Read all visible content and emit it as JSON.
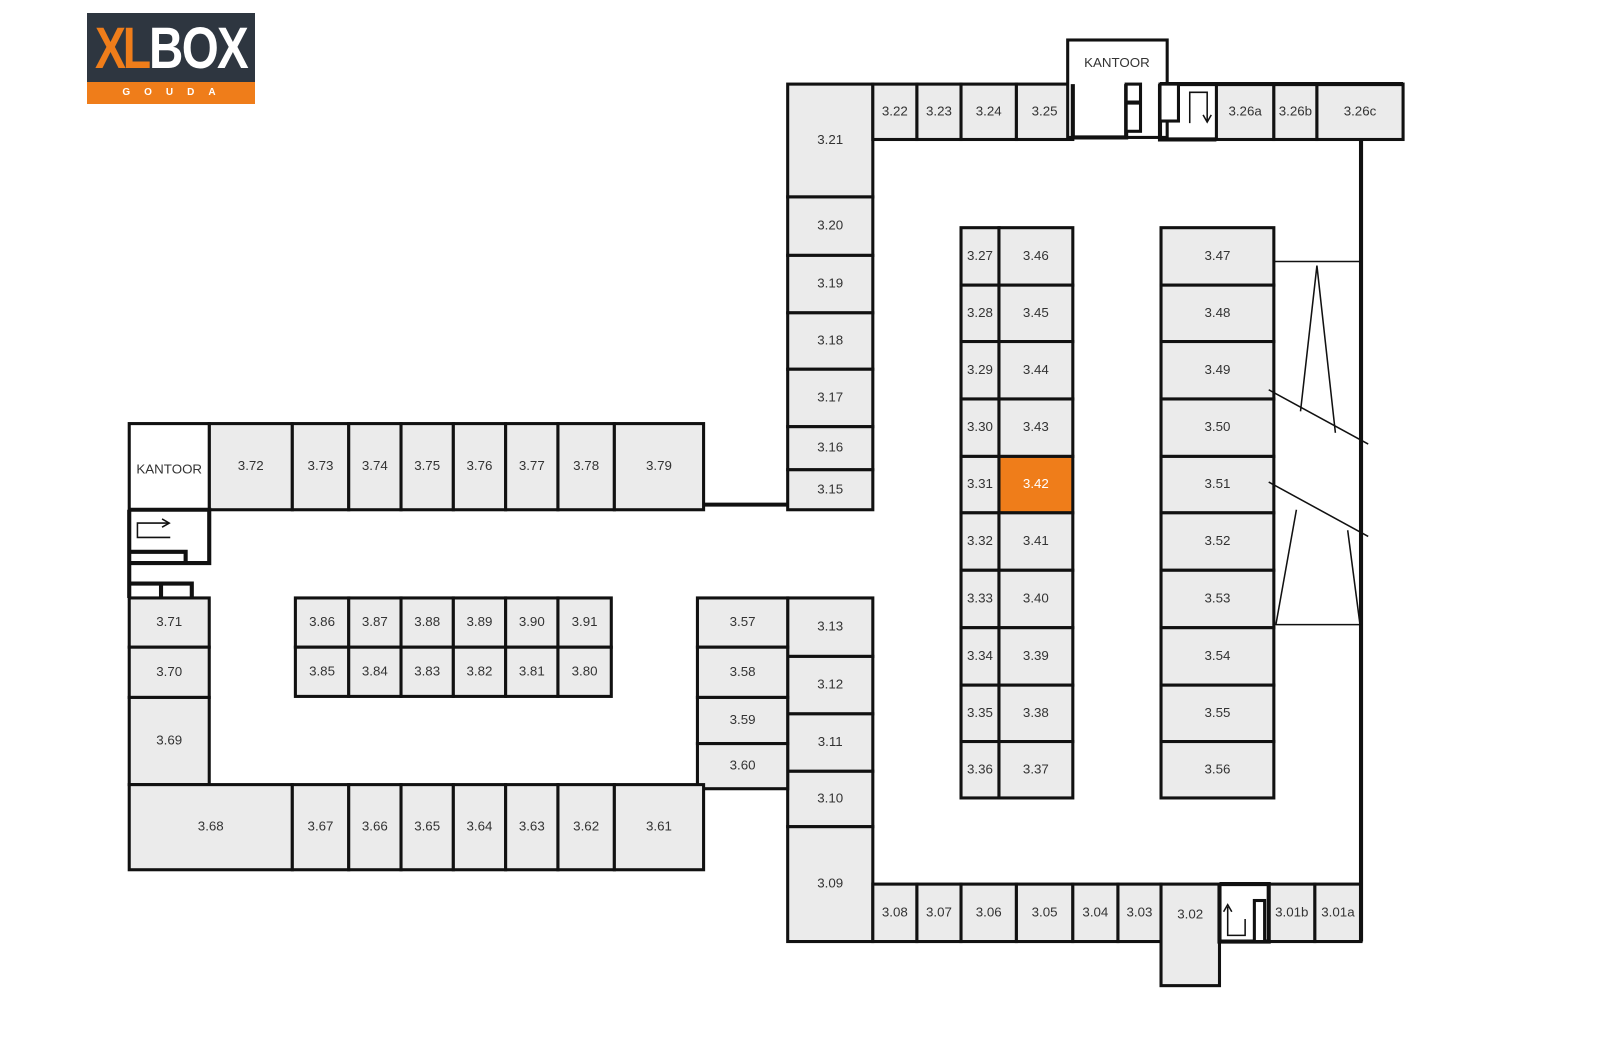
{
  "logo": {
    "brand_left": "XL",
    "brand_right": "BOX",
    "location": "GOUDA"
  },
  "colors": {
    "unit_fill": "#ebebeb",
    "highlight": "#ef7d1a",
    "wall": "#111111"
  },
  "offices": [
    "KANTOOR",
    "KANTOOR"
  ],
  "highlighted_unit": "3.42",
  "units": [
    "3.21",
    "3.20",
    "3.19",
    "3.18",
    "3.17",
    "3.16",
    "3.15",
    "3.22",
    "3.23",
    "3.24",
    "3.25",
    "3.26a",
    "3.26b",
    "3.26c",
    "3.27",
    "3.28",
    "3.29",
    "3.30",
    "3.31",
    "3.32",
    "3.33",
    "3.34",
    "3.35",
    "3.36",
    "3.46",
    "3.45",
    "3.44",
    "3.43",
    "3.42",
    "3.41",
    "3.40",
    "3.39",
    "3.38",
    "3.37",
    "3.47",
    "3.48",
    "3.49",
    "3.50",
    "3.51",
    "3.52",
    "3.53",
    "3.54",
    "3.55",
    "3.56",
    "3.13",
    "3.12",
    "3.11",
    "3.10",
    "3.09",
    "3.08",
    "3.07",
    "3.06",
    "3.05",
    "3.04",
    "3.03",
    "3.02",
    "3.01b",
    "3.01a",
    "3.57",
    "3.58",
    "3.59",
    "3.60",
    "3.72",
    "3.73",
    "3.74",
    "3.75",
    "3.76",
    "3.77",
    "3.78",
    "3.79",
    "3.71",
    "3.70",
    "3.69",
    "3.68",
    "3.67",
    "3.66",
    "3.65",
    "3.64",
    "3.63",
    "3.62",
    "3.61",
    "3.86",
    "3.87",
    "3.88",
    "3.89",
    "3.90",
    "3.91",
    "3.85",
    "3.84",
    "3.83",
    "3.82",
    "3.81",
    "3.80"
  ]
}
